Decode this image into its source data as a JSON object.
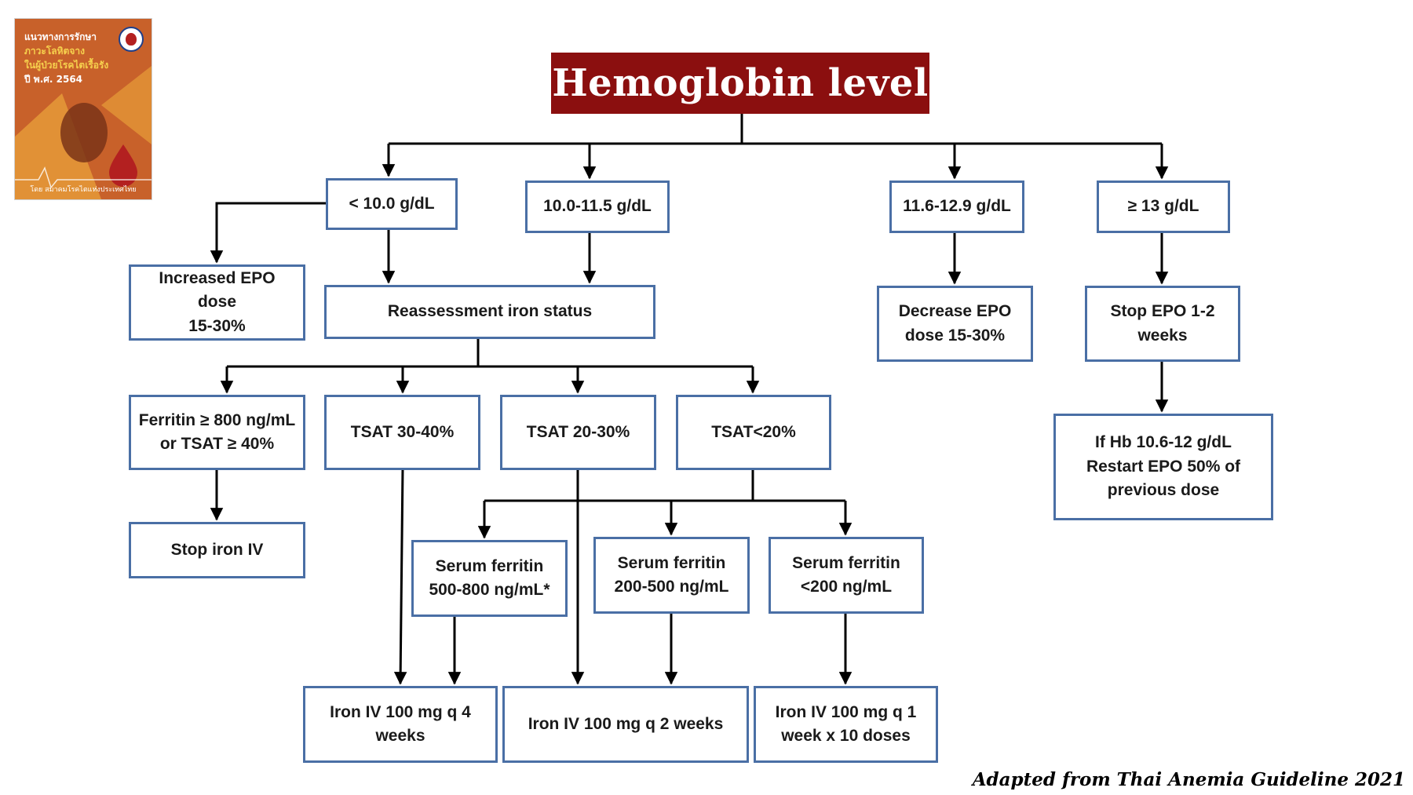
{
  "title": "Hemoglobin level",
  "credit": "Adapted from Thai Anemia Guideline 2021",
  "cover": {
    "lines": [
      "แนวทางการรักษา",
      "ภาวะโลหิตจาง",
      "ในผู้ป่วยโรคไตเรื้อรัง",
      "ปี พ.ศ. 2564"
    ],
    "footer": "โดย สมาคมโรคไตแห่งประเทศไทย",
    "colors": {
      "background": "#c8612a",
      "accent": "#e9a23b",
      "text_primary": "#ffffff",
      "text_highlight": "#f6d04d",
      "drop": "#b32020"
    }
  },
  "colors": {
    "title_bg": "#8b0f0f",
    "box_border": "#4a6fa5",
    "line": "#000000"
  },
  "nodes": {
    "hb_lt10": [
      "< 10.0 g/dL"
    ],
    "hb_10_115": [
      "10.0-11.5 g/dL"
    ],
    "hb_116_129": [
      "11.6-12.9 g/dL"
    ],
    "hb_ge13": [
      "≥ 13 g/dL"
    ],
    "increase_epo": [
      "Increased EPO dose",
      "15-30%"
    ],
    "reassess": [
      "Reassessment iron status"
    ],
    "decrease_epo": [
      "Decrease EPO",
      "dose 15-30%"
    ],
    "stop_epo": [
      "Stop EPO 1-2",
      "weeks"
    ],
    "restart_epo": [
      "If Hb 10.6-12 g/dL",
      "Restart EPO 50% of",
      "previous dose"
    ],
    "ferritin_high": [
      "Ferritin ≥ 800 ng/mL",
      "or TSAT ≥ 40%"
    ],
    "tsat_30_40": [
      "TSAT 30-40%"
    ],
    "tsat_20_30": [
      "TSAT 20-30%"
    ],
    "tsat_lt20": [
      "TSAT<20%"
    ],
    "stop_iron": [
      "Stop iron IV"
    ],
    "sf_500_800": [
      "Serum ferritin",
      "500-800 ng/mL*"
    ],
    "sf_200_500": [
      "Serum ferritin",
      "200-500 ng/mL"
    ],
    "sf_lt200": [
      "Serum ferritin",
      "<200 ng/mL"
    ],
    "iron_q4": [
      "Iron IV 100 mg q 4",
      "weeks"
    ],
    "iron_q2": [
      "Iron IV 100 mg q 2 weeks"
    ],
    "iron_q1": [
      "Iron IV 100 mg q 1",
      "week x 10 doses"
    ]
  }
}
